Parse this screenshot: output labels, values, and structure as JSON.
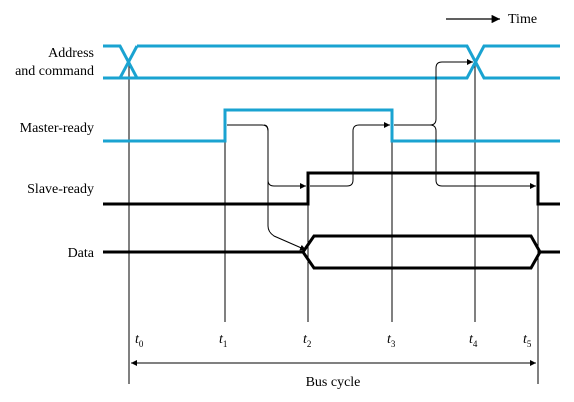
{
  "legend": {
    "time_label": "Time"
  },
  "signals": {
    "address_command": {
      "label_line1": "Address",
      "label_line2": "and command"
    },
    "master_ready": {
      "label": "Master-ready"
    },
    "slave_ready": {
      "label": "Slave-ready"
    },
    "data": {
      "label": "Data"
    }
  },
  "time_markers": [
    {
      "prefix": "t",
      "sub": "0"
    },
    {
      "prefix": "t",
      "sub": "1"
    },
    {
      "prefix": "t",
      "sub": "2"
    },
    {
      "prefix": "t",
      "sub": "3"
    },
    {
      "prefix": "t",
      "sub": "4"
    },
    {
      "prefix": "t",
      "sub": "5"
    }
  ],
  "bus_cycle_label": "Bus cycle",
  "colors": {
    "control_signal": "#1aa3d1",
    "response_signal": "#000000"
  }
}
